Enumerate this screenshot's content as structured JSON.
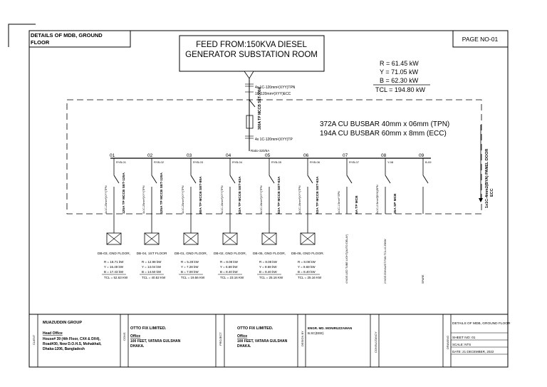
{
  "header": {
    "title_line1": "DETAILS OF MDB, GROUND",
    "title_line2": "FLOOR",
    "page_no": "PAGE NO-01"
  },
  "feed": {
    "line1": "FEED FROM:150KVA DIESEL",
    "line2": "GENERATOR SUBSTATION ROOM",
    "cable_in_1": "4x 1C-120mm²(XYY)TPN",
    "cable_in_2": "1C-120mm²(XYY)ECC",
    "breaker": "300A TP MCCB SET-300A",
    "cable_out": "4x 1C-120mm²(XYY)TP",
    "ratio": "Ratio-320/5A"
  },
  "load": {
    "r": "R = 61.45 kW",
    "y": "Y = 71.05 kW",
    "b": "B = 62.30 kW",
    "tcl": "TCL = 194.80 kW"
  },
  "busbar": {
    "line1": "372A CU BUSBAR 40mm x 06mm (TPN)",
    "line2": "194A CU BUSBAR 60mm x 8mm (ECC)"
  },
  "panel_door": {
    "line1": "1x1C-4mm2(BYA) PANEL DOOR",
    "line2": "ECC"
  },
  "feeders": [
    {
      "no": "01",
      "tag": "RYB-01",
      "breaker": "125A TP MCCB SET-125A",
      "cable": "4x1C-25mm²(XYY)TPN",
      "dest": "DB-03, GND FLOOR,",
      "r": "R = 18.71 kW",
      "y": "Y = 16.49 kW",
      "b": "B = 17.43 kW",
      "tcl": "TCL = 52.63 KW"
    },
    {
      "no": "02",
      "tag": "RYB-02",
      "breaker": "125A TP MCCB SET-125A",
      "cable": "4x1C-25mm²(XYY)TPN",
      "dest": "DB-04, 1ST FLOOR",
      "r": "R = 12.98 kW",
      "y": "Y = 13.04 kW",
      "b": "B = 14.50 kW",
      "tcl": "TCL = 40.52 KW"
    },
    {
      "no": "03",
      "tag": "RYB-03",
      "breaker": "80A TP MCCB SET-80A",
      "cable": "4x1C-25mm²(XYY)TPN",
      "dest": "DB-01, GND FLOOR,",
      "r": "R = 5.28 kW",
      "y": "Y = 7.28 kW",
      "b": "B = 7.00 kW",
      "tcl": "TCL = 19.56 KW"
    },
    {
      "no": "04",
      "tag": "RYB-04",
      "breaker": "63A TP MCCB SET-63A",
      "cable": "4x1C-16mm²(XYY)TPN",
      "dest": "DB-02, GND FLOOR,",
      "r": "R = 8.08 kW",
      "y": "Y = 6.68 kW",
      "b": "B = 8.40 kW",
      "tcl": "TCL = 23.16 KW"
    },
    {
      "no": "05",
      "tag": "RYB-05",
      "breaker": "63A TP MCCB SET-63A",
      "cable": "4x1C-16mm²(XYY)TPN",
      "dest": "DB-05, GND FLOOR,",
      "r": "R = 8.08 kW",
      "y": "Y = 8.68 kW",
      "b": "B = 8.40 kW",
      "tcl": "TCL = 25.16 KW"
    },
    {
      "no": "06",
      "tag": "RYB-06",
      "breaker": "63A TP MCCB SET-63A",
      "cable": "4x1C-16mm²(XYY)TPN",
      "dest": "DB-06, GND FLOOR.",
      "r": "R = 8.08 kW",
      "y": "Y = 8.68 kW",
      "b": "B = 8.40 kW",
      "tcl": "TCL = 25.16 KW"
    },
    {
      "no": "07",
      "tag": "RYB-07",
      "breaker": "6A TP MCB",
      "cable": "1x1C-1.5mm² SPN",
      "dest": "4 NOS LED TUBE LIGHT(AUTO DELAY)",
      "r": "",
      "y": "",
      "b": "",
      "tcl": ""
    },
    {
      "no": "08",
      "tag": "Y-08",
      "breaker": "25A SP MCB",
      "cable": "2x1C-2.5mm²(BYA)SPN",
      "dest": "2 NOS EXHAUST FAN TCL=0.25KW",
      "r": "",
      "y": "",
      "b": "",
      "tcl": ""
    },
    {
      "no": "09",
      "tag": "B-09",
      "breaker": "",
      "cable": "",
      "dest": "SPARE",
      "r": "",
      "y": "",
      "b": "",
      "tcl": ""
    }
  ],
  "title_block": {
    "client_label": "CLIENT",
    "client_name": "MUAZUDDIN GROUP",
    "client_office": "Head Office",
    "client_addr1": "House# 39 (4th Floor, CX4 & DX4),",
    "client_addr2": "Road#30, New D.O.H.S, Mohakhali,",
    "client_addr3": "Dhaka-1206, Bangladesh",
    "consultant_label": "CONS",
    "consultant_name": "OTTO FIX LIMITED.",
    "consultant_office": "Office",
    "consultant_addr1": "100 FEET, VATARA GULSHAN",
    "consultant_addr2": "DHAKA.",
    "project_label": "PROJECT",
    "project_name": "OTTO FIX LIMITED.",
    "project_office": "Office",
    "project_addr1": "100 FEET, VATARA GULSHAN",
    "project_addr2": "DHAKA.",
    "design_label": "DESIGN BY",
    "engineer_name": "ENGR. MD. MONIRUZZAMAN",
    "engineer_degree": "B.SC(EEE)",
    "consultancy_label": "CONSULTANCY",
    "drawing_label": "DRAWING",
    "sheet_title": "DETAILS OF MDB, GROUND FLOOR",
    "sheet_no": "SHEET NO: 01",
    "scale": "SCALE: NTS",
    "date": "DATE: 21 DECEMBER, 2022"
  }
}
